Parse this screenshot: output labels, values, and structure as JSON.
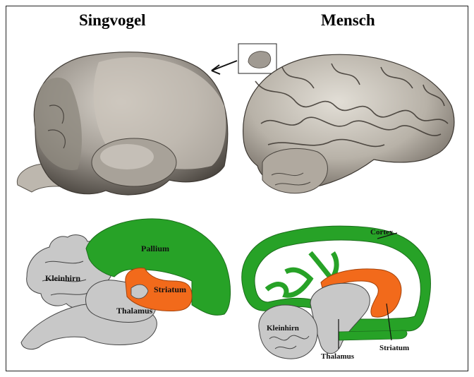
{
  "headings": {
    "left": "Singvogel",
    "right": "Mensch"
  },
  "bird_labels": {
    "pallium": "Pallium",
    "striatum": "Striatum",
    "cerebellum": "Kleinhirn",
    "thalamus": "Thalamus"
  },
  "human_labels": {
    "cortex": "Cortex",
    "cerebellum": "Kleinhirn",
    "thalamus": "Thalamus",
    "striatum": "Striatum"
  },
  "colors": {
    "pallium_cortex": "#27a227",
    "striatum": "#f26a1b",
    "grey_structures": "#c8c8c8",
    "outline": "#222222"
  }
}
